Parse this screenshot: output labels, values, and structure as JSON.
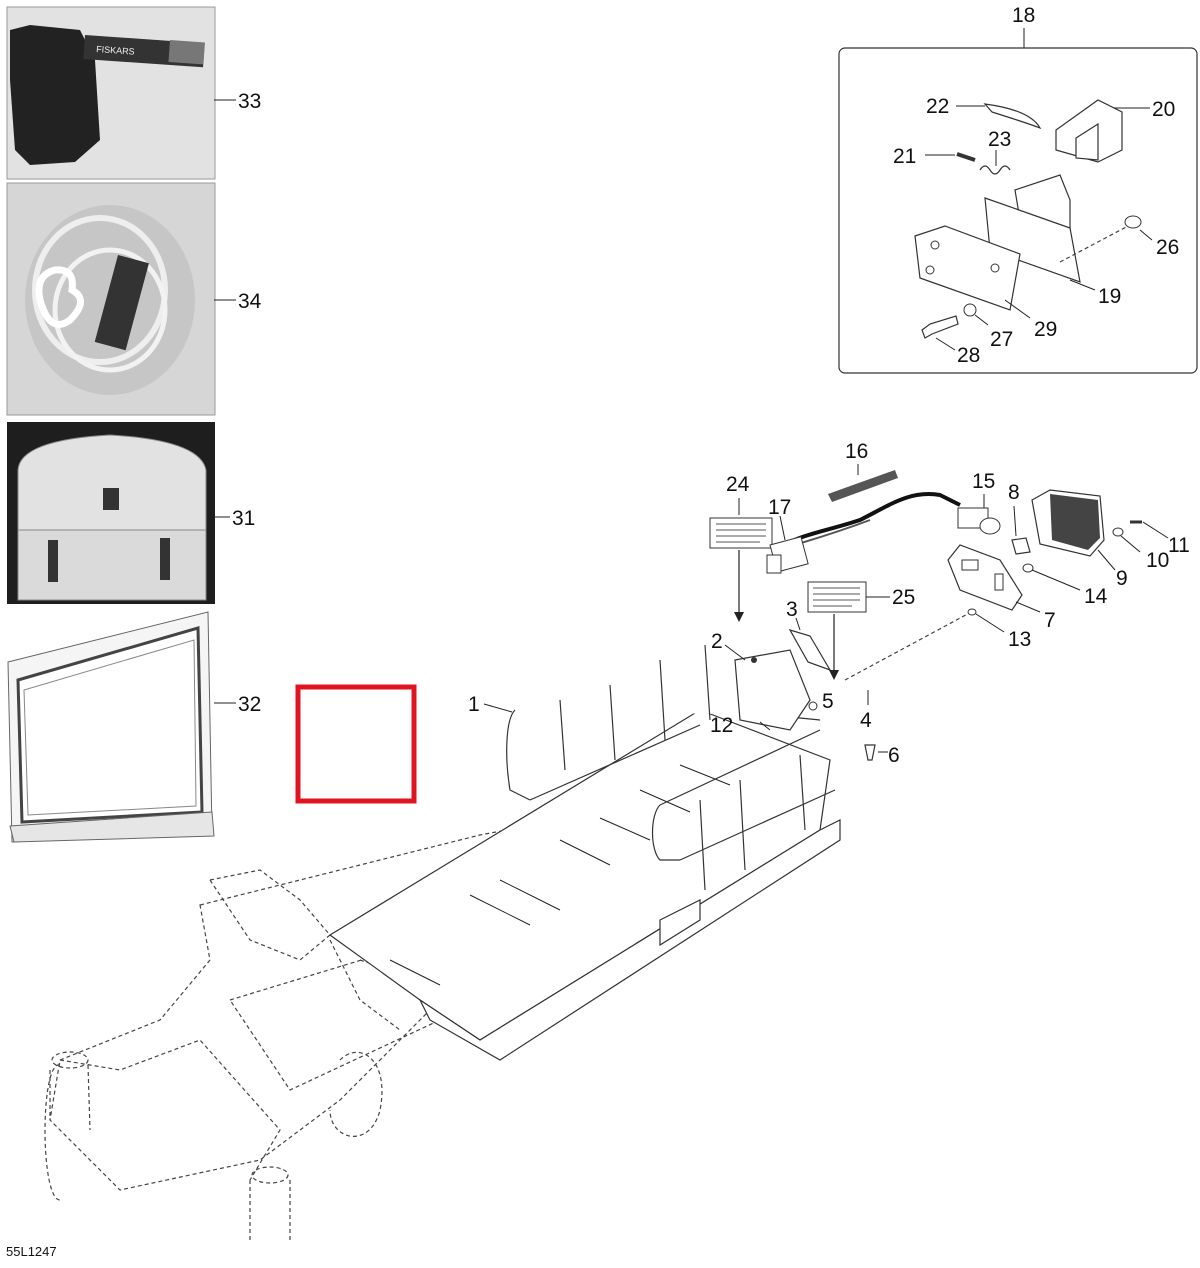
{
  "diagram": {
    "drawing_code": "55L1247",
    "callouts": {
      "c1": "1",
      "c2": "2",
      "c3": "3",
      "c4": "4",
      "c5": "5",
      "c6": "6",
      "c7": "7",
      "c8": "8",
      "c9": "9",
      "c10": "10",
      "c11": "11",
      "c12": "12",
      "c13": "13",
      "c14": "14",
      "c15": "15",
      "c16": "16",
      "c17": "17",
      "c18": "18",
      "c19": "19",
      "c20": "20",
      "c21": "21",
      "c22": "22",
      "c23": "23",
      "c24": "24",
      "c25": "25",
      "c26": "26",
      "c27": "27",
      "c28": "28",
      "c29": "29",
      "c31": "31",
      "c32": "32",
      "c33": "33",
      "c34": "34"
    },
    "photo_callouts": {
      "axe": "33",
      "rope": "34",
      "box": "31",
      "panel": "32"
    },
    "axe_brand": "FISKARS",
    "highlight_color": "#e0141e"
  }
}
